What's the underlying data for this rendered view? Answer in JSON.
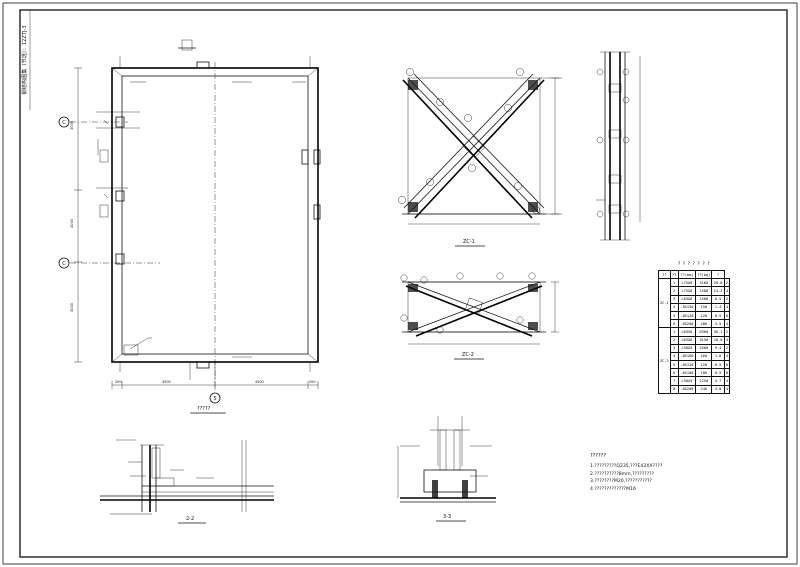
{
  "sheet": {
    "side_title": "钢结构图集（节选）：12ZTJ-3"
  },
  "plan": {
    "grid_bubbles": [
      "C",
      "C",
      "5"
    ],
    "title": "?????",
    "dims_bottom": [
      "200",
      "4500",
      "4500",
      "200"
    ],
    "dims_left": [
      "3000",
      "3000",
      "3000"
    ]
  },
  "zc1": {
    "title": "ZC-1"
  },
  "zc2": {
    "title": "ZC-2"
  },
  "section_2": {
    "title": "2-2"
  },
  "section_3": {
    "title": "3-3"
  },
  "member_table": {
    "title": "? ? ? ? ? ? ?",
    "headers": [
      "??",
      "??",
      "??(mm)",
      "??(kg)",
      "?"
    ],
    "groups": [
      {
        "name": "ZC-1",
        "rows": [
          [
            "1",
            "L75X8",
            "3160",
            "28.6",
            "2"
          ],
          [
            "2",
            "L75X8",
            "1580",
            "14.3",
            "4"
          ],
          [
            "3",
            "L63X6",
            "1500",
            "8.5",
            "2"
          ],
          [
            "4",
            "-8X150",
            "150",
            "1.4",
            "4"
          ],
          [
            "5",
            "-8X120",
            "120",
            "0.9",
            "8"
          ],
          [
            "6",
            "-8X200",
            "280",
            "3.5",
            "4"
          ]
        ]
      },
      {
        "name": "ZC-2",
        "rows": [
          [
            "1",
            "L63X6",
            "6300",
            "36.1",
            "2"
          ],
          [
            "2",
            "L63X6",
            "3150",
            "18.0",
            "4"
          ],
          [
            "3",
            "L50X5",
            "2500",
            "9.4",
            "2"
          ],
          [
            "4",
            "-8X160",
            "160",
            "1.6",
            "4"
          ],
          [
            "5",
            "-8X120",
            "120",
            "0.9",
            "8"
          ],
          [
            "6",
            "-6X100",
            "100",
            "0.5",
            "8"
          ],
          [
            "7",
            "L50X5",
            "1250",
            "4.7",
            "4"
          ],
          [
            "8",
            "-8X200",
            "240",
            "3.0",
            "4"
          ]
        ]
      }
    ]
  },
  "notes": {
    "title": "??????",
    "lines": [
      "1.?????????Q235,???E43XX????",
      "2.??????????8mm,?????????",
      "3.????????M20,???????????",
      "4.?????????????M16"
    ]
  }
}
